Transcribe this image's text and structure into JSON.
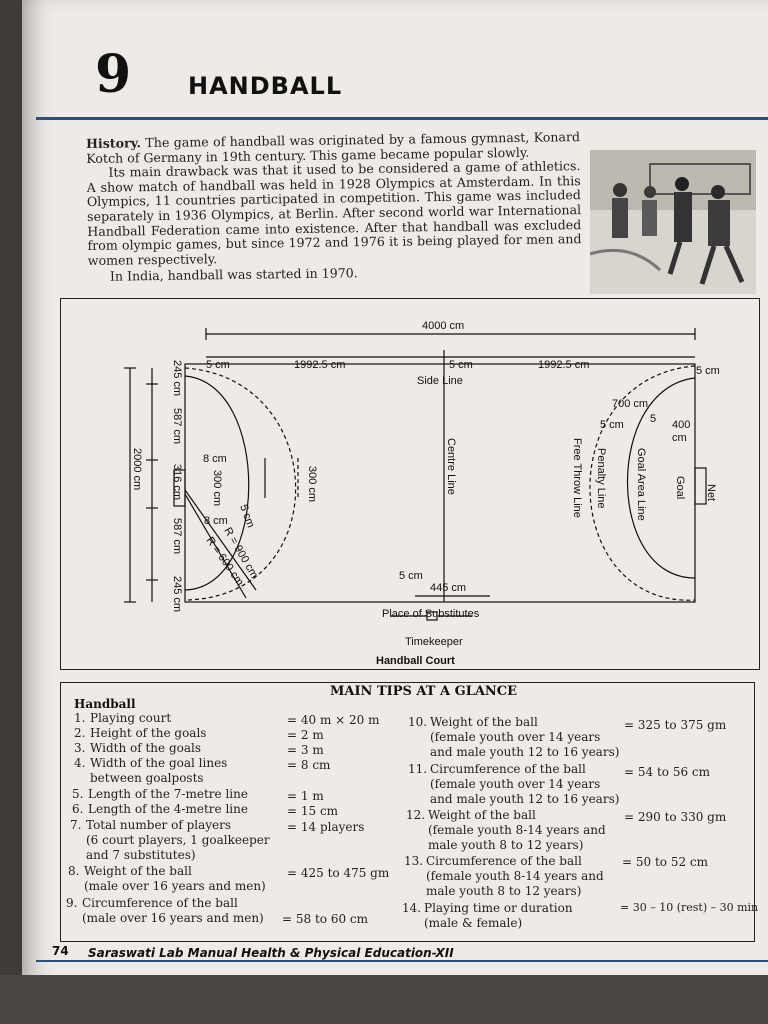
{
  "chapter": {
    "number": "9",
    "title": "HANDBALL"
  },
  "history": {
    "heading": "History.",
    "para1": "The game of handball was originated by a famous gymnast, Konard Kotch of Germany in 19th century. This game became popular slowly.",
    "para2": "Its main drawback was that it used to be considered a game of athletics. A show match of handball was held in 1928 Olympics at Amsterdam. In this Olympics, 11 countries participated in competition. This game was included separately in 1936 Olympics, at Berlin. After second world war International Handball Federation came into existence. After that handball was excluded from olympic games, but since 1972 and 1976 it is being played for men and women respectively.",
    "para3": "In India, handball was started in 1970."
  },
  "court": {
    "total_length": "4000 cm",
    "edge_left": "5 cm",
    "half_left": "1992.5 cm",
    "centre_gap": "5 cm",
    "half_right": "1992.5 cm",
    "edge_right": "5 cm",
    "side_line": "Side Line",
    "centre_line": "Centre Line",
    "width_total": "2000 cm",
    "w_245_top": "245 cm",
    "w_587_top": "587 cm",
    "w_316": "316 cm",
    "w_587_bottom": "587 cm",
    "w_245_bottom": "245 cm",
    "goal_line": "8 cm",
    "goal_width": "300 cm",
    "goal_line_b": "8 cm",
    "arc_5cm": "5 cm",
    "r_900": "R = 900 cm",
    "r_600": "R = 600 cm",
    "goal_area_300": "300 cm",
    "sub_5cm": "5 cm",
    "sub_445": "445 cm",
    "substitutes": "Place of Substitutes",
    "timekeeper": "Timekeeper",
    "caption": "Handball Court",
    "r_700": "700 cm",
    "r_5cm": "5 cm",
    "r_5": "5",
    "r_400": "400",
    "r_cm": "cm",
    "free_throw": "Free Throw Line",
    "penalty": "Penalty Line",
    "goal_area": "Goal Area Line",
    "goal": "Goal",
    "net": "Net"
  },
  "tips": {
    "title": "MAIN TIPS AT A GLANCE",
    "heading": "Handball",
    "left": [
      {
        "n": "1.",
        "text": "Playing court",
        "value": "= 40 m × 20 m"
      },
      {
        "n": "2.",
        "text": "Height of the goals",
        "value": "= 2 m"
      },
      {
        "n": "3.",
        "text": "Width of the goals",
        "value": "= 3 m"
      },
      {
        "n": "4.",
        "text": "Width of the goal lines",
        "text2": "between goalposts",
        "value": "= 8 cm"
      },
      {
        "n": "5.",
        "text": "Length of the 7-metre line",
        "value": "= 1 m"
      },
      {
        "n": "6.",
        "text": "Length of the 4-metre line",
        "value": "= 15 cm"
      },
      {
        "n": "7.",
        "text": "Total number of players",
        "text2": "(6 court players, 1 goalkeeper",
        "text3": "and 7 substitutes)",
        "value": "= 14 players"
      },
      {
        "n": "8.",
        "text": "Weight of the ball",
        "text2": "(male over 16 years and men)",
        "value": "= 425 to 475 gm"
      },
      {
        "n": "9.",
        "text": "Circumference of the ball",
        "text2": "(male over 16 years and men)",
        "value": "= 58 to 60 cm"
      }
    ],
    "right": [
      {
        "n": "10.",
        "text": "Weight of the ball",
        "text2": "(female youth over 14 years",
        "text3": "and male youth 12 to 16 years)",
        "value": "= 325 to 375 gm"
      },
      {
        "n": "11.",
        "text": "Circumference of the ball",
        "text2": "(female youth over 14 years",
        "text3": "and male youth 12 to 16 years)",
        "value": "= 54 to 56 cm"
      },
      {
        "n": "12.",
        "text": "Weight of the ball",
        "text2": "(female youth 8-14 years and",
        "text3": "male youth 8 to 12 years)",
        "value": "= 290 to 330 gm"
      },
      {
        "n": "13.",
        "text": "Circumference of the ball",
        "text2": "(female youth 8-14 years and",
        "text3": "male youth 8 to 12 years)",
        "value": "= 50 to 52 cm"
      },
      {
        "n": "14.",
        "text": "Playing time or duration",
        "text2": "(male & female)",
        "value": "= 30 – 10 (rest) – 30 min"
      }
    ]
  },
  "footer": {
    "page": "74",
    "book": "Saraswati Lab Manual Health & Physical Education-XII"
  }
}
